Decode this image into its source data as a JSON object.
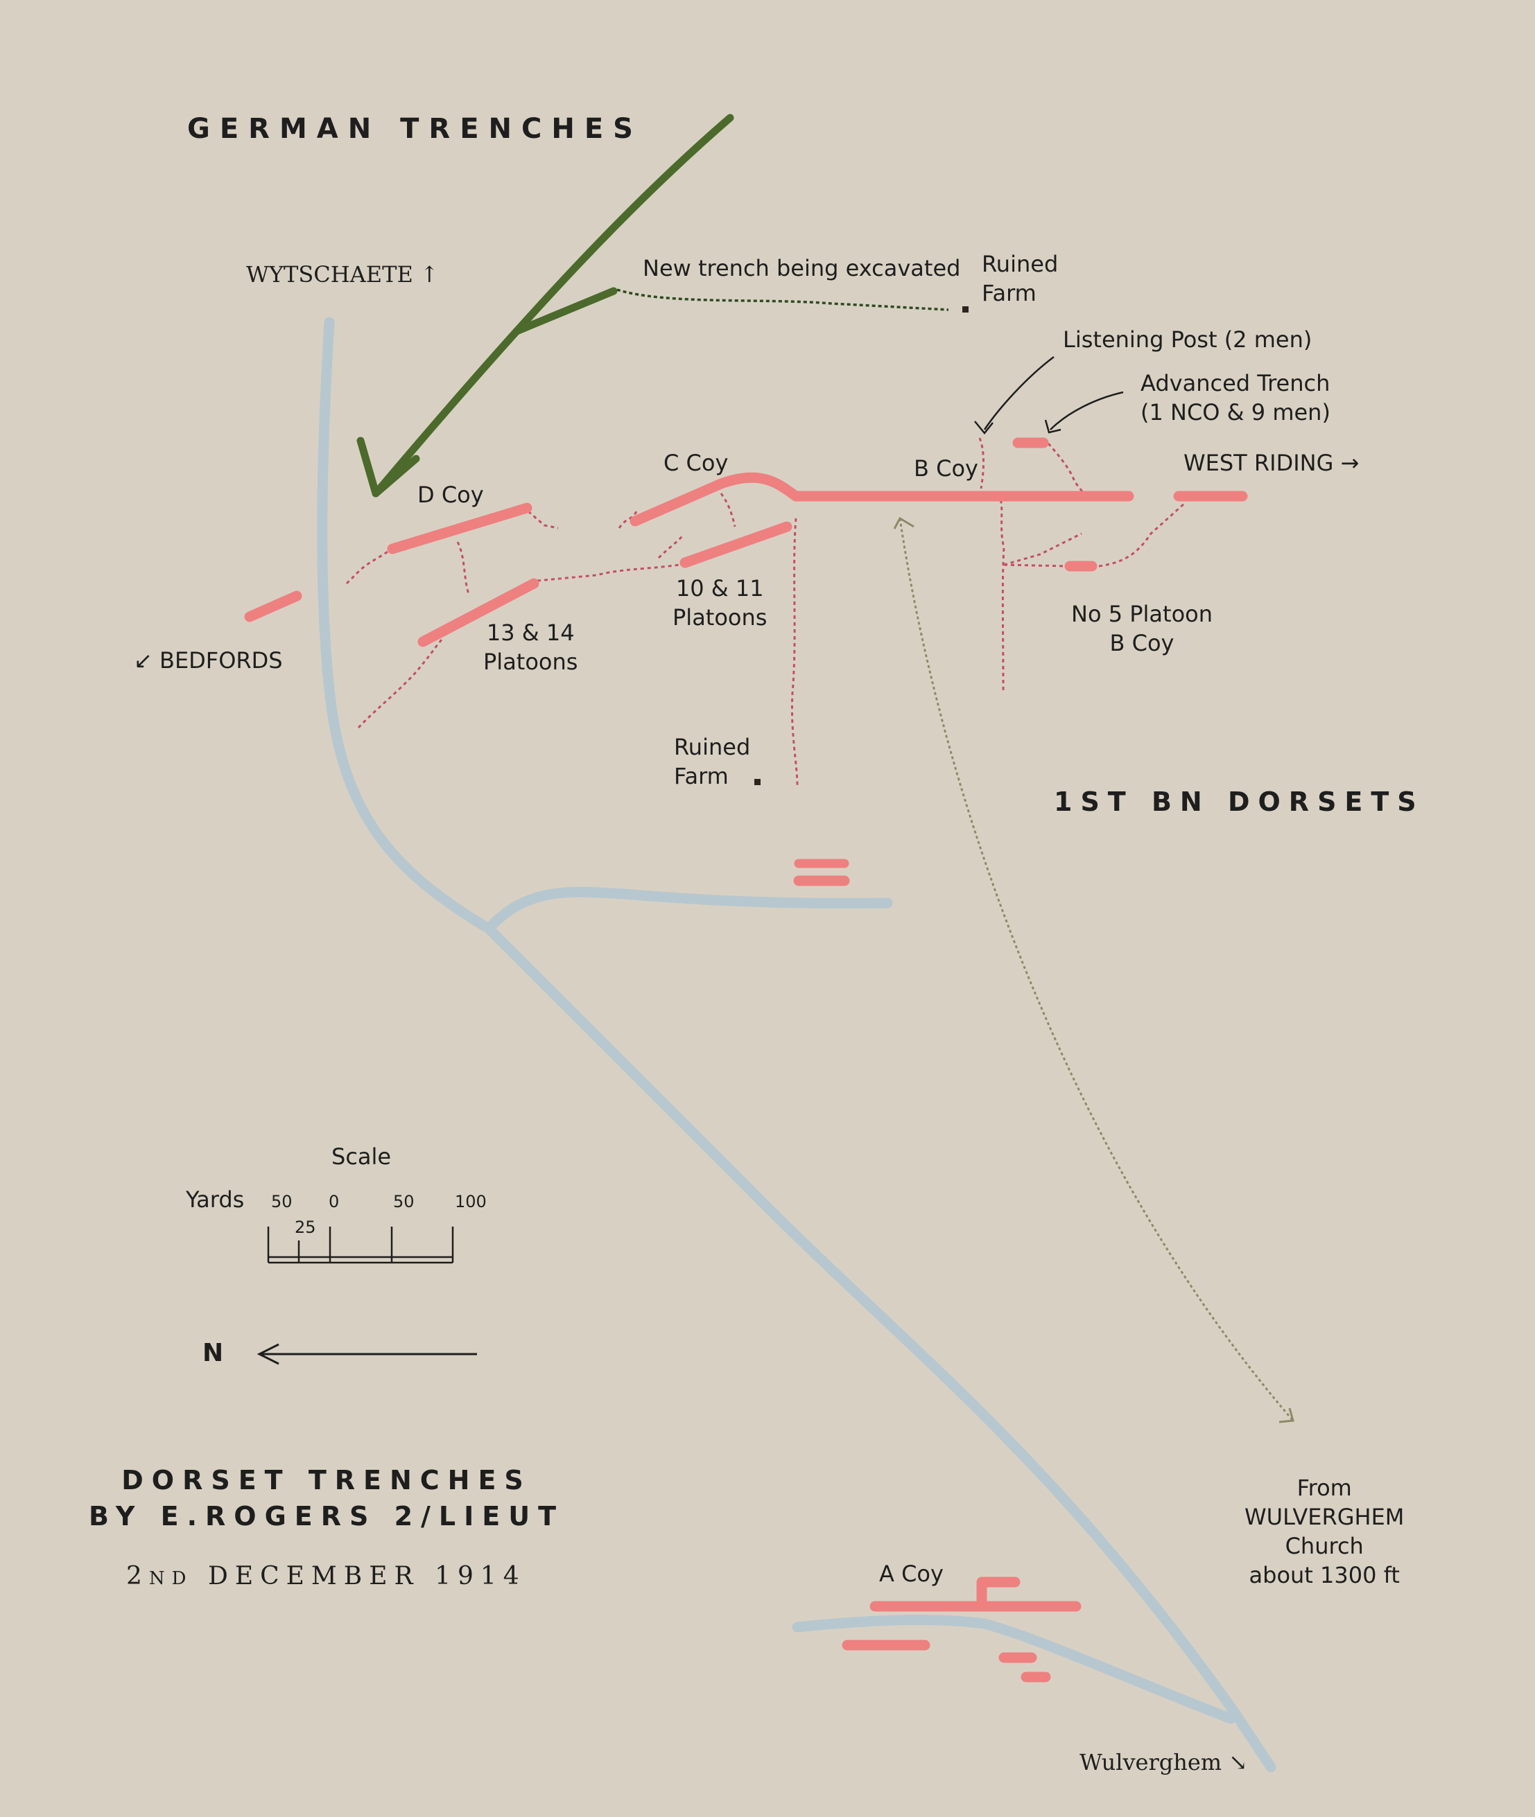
{
  "map": {
    "header": "GERMAN TRENCHES",
    "battalion": "1ST BN DORSETS",
    "title_line1": "DORSET TRENCHES",
    "title_line2": "BY E.ROGERS 2/LIEUT",
    "date_prefix": "2",
    "date_suffix": "ND",
    "date_rest": "DECEMBER 1914",
    "colors": {
      "background": "#d8d1c3",
      "road": "#b7c7cf",
      "trench": "#ee8080",
      "communication_trench": "#c24f63",
      "german_arrow": "#4b6a2b",
      "new_trench": "#2f4a22",
      "distance_arrow": "#8c8a68",
      "ink": "#1e1e1e"
    }
  },
  "places": {
    "wytschaete": "WYTSCHAETE",
    "wytschaete_icon": "arrow-up",
    "bedfords": "BEDFORDS",
    "bedfords_icon": "arrow-down-left",
    "west_riding": "WEST RIDING",
    "west_riding_icon": "arrow-right",
    "wulverghem": "Wulverghem",
    "wulverghem_icon": "arrow-down-right"
  },
  "units": {
    "d_coy": "D Coy",
    "c_coy": "C Coy",
    "b_coy": "B Coy",
    "a_coy": "A Coy",
    "platoons_13_14_line1": "13 & 14",
    "platoons_13_14_line2": "Platoons",
    "platoons_10_11_line1": "10 & 11",
    "platoons_10_11_line2": "Platoons",
    "platoon5_line1": "No 5 Platoon",
    "platoon5_line2": "B Coy"
  },
  "annotations": {
    "new_trench": "New trench being excavated",
    "ruined_farm_1_line1": "Ruined",
    "ruined_farm_1_line2": "Farm",
    "ruined_farm_2_line1": "Ruined",
    "ruined_farm_2_line2": "Farm",
    "listening_post": "Listening Post (2 men)",
    "advanced_trench_line1": "Advanced Trench",
    "advanced_trench_line2": "(1 NCO & 9 men)",
    "from_line1": "From",
    "from_line2": "WULVERGHEM",
    "from_line3": "Church",
    "from_line4": "about 1300 ft"
  },
  "scale": {
    "title": "Scale",
    "unit": "Yards",
    "ticks": [
      "50",
      "0",
      "50",
      "100"
    ],
    "minor_tick": "25"
  },
  "north": {
    "label": "N",
    "icon": "arrow-left"
  }
}
